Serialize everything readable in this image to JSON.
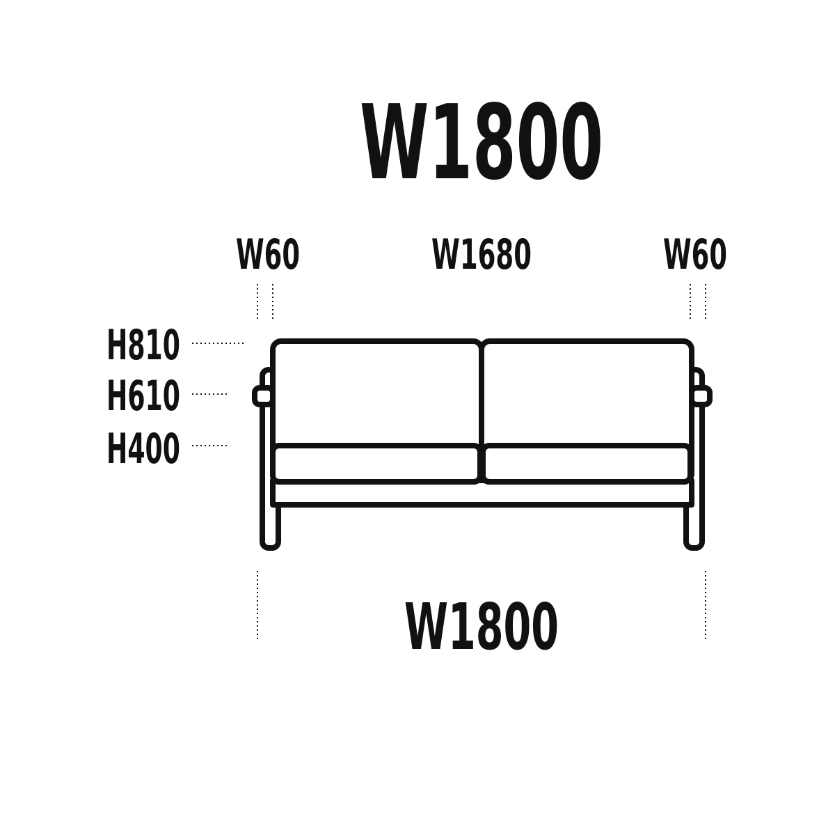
{
  "diagram": {
    "title": "W1800",
    "widths": {
      "left_frame": "W60",
      "seat": "W1680",
      "right_frame": "W60",
      "overall": "W1800"
    },
    "heights": {
      "back": "H810",
      "arm": "H610",
      "seat": "H400"
    }
  },
  "colors": {
    "line": "#111111",
    "background": "#ffffff"
  },
  "icons": {
    "product": "sofa-front-view-icon"
  }
}
